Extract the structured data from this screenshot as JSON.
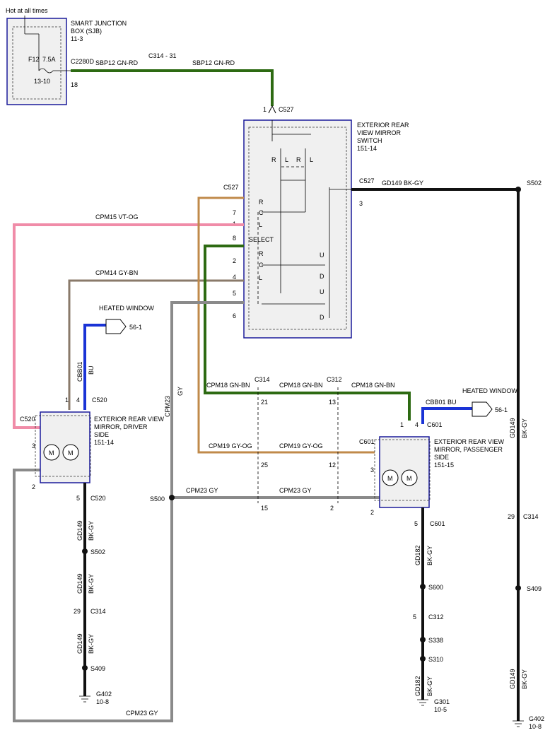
{
  "hot_label": "Hot at all times",
  "sjb": {
    "title_lines": [
      "SMART JUNCTION",
      "BOX (SJB)",
      "11-3"
    ],
    "fuse": "F12",
    "rating": "7.5A",
    "ref": "13-10",
    "connector": "C2280D",
    "pin": "18"
  },
  "wires": {
    "sbp12_a": "SBP12   GN-RD",
    "c314_31": "C314  -  31",
    "sbp12_b": "SBP12   GN-RD",
    "gd149_top": "GD149   BK-GY",
    "cpm15": "CPM15   VT-OG",
    "cpm14": "CPM14   GY-BN",
    "cpm18_a": "CPM18   GN-BN",
    "cpm18_b": "CPM18   GN-BN",
    "cpm18_c": "CPM18   GN-BN",
    "cpm19_a": "CPM19   GY-OG",
    "cpm19_b": "CPM19   GY-OG",
    "cpm23_a": "CPM23   GY",
    "cpm23_b": "CPM23   GY",
    "cpm23_c": "CPM23   GY",
    "cpm23_vert": "CPM23",
    "gy_vert": "GY",
    "cbb01_vert": "CBB01",
    "bu_vert": "BU",
    "cbb01_right": "CBB01   BU",
    "gd149": "GD149",
    "bkgy": "BK-GY",
    "gd182": "GD182"
  },
  "switch": {
    "title_lines": [
      "EXTERIOR REAR",
      "VIEW MIRROR",
      "SWITCH",
      "151-14"
    ],
    "connector_top": "C527",
    "pin_top": "1",
    "connector_left": "C527",
    "connector_right": "C527",
    "pin_right": "3",
    "pins_left": [
      "7",
      "1",
      "8",
      "2",
      "4",
      "5",
      "6"
    ],
    "contacts": [
      "R",
      "C",
      "L",
      "R",
      "C",
      "L"
    ],
    "select": "SELECT",
    "top_contacts": [
      "R",
      "L",
      "R",
      "L"
    ],
    "ud": [
      "U",
      "D",
      "U",
      "D"
    ]
  },
  "heated_window": {
    "label": "HEATED WINDOW",
    "ref": "56-1"
  },
  "driver_mirror": {
    "title_lines": [
      "EXTERIOR REAR VIEW",
      "MIRROR, DRIVER",
      "SIDE",
      "151-14"
    ],
    "connector": "C520",
    "pins": [
      "1",
      "4",
      "3",
      "2",
      "5"
    ],
    "motor": "M"
  },
  "passenger_mirror": {
    "title_lines": [
      "EXTERIOR REAR VIEW",
      "MIRROR, PASSENGER",
      "SIDE",
      "151-15"
    ],
    "connector": "C601",
    "pins": [
      "1",
      "4",
      "3",
      "2",
      "5"
    ],
    "motor": "M"
  },
  "inline": {
    "c314": "C314",
    "c312": "C312",
    "pins_c314": [
      "21",
      "25",
      "15"
    ],
    "pins_c312": [
      "13",
      "12",
      "2"
    ]
  },
  "splices": {
    "s502": "S502",
    "s500": "S500",
    "s409": "S409",
    "s600": "S600",
    "s338": "S338",
    "s310": "S310",
    "c314": "C314",
    "c312": "C312",
    "c601": "C601",
    "c520": "C520",
    "pin29": "29",
    "pin5": "5"
  },
  "grounds": {
    "g402": "G402",
    "g402_ref": "10-8",
    "g301": "G301",
    "g301_ref": "10-5"
  },
  "colors": {
    "green": "#2d6a12",
    "black": "#111111",
    "pink": "#f08ca8",
    "brown": "#8a7a6a",
    "gray": "#8a8a8a",
    "blue": "#1a33d6",
    "tan": "#c08a4a",
    "box_stroke": "#1a1a9a"
  }
}
